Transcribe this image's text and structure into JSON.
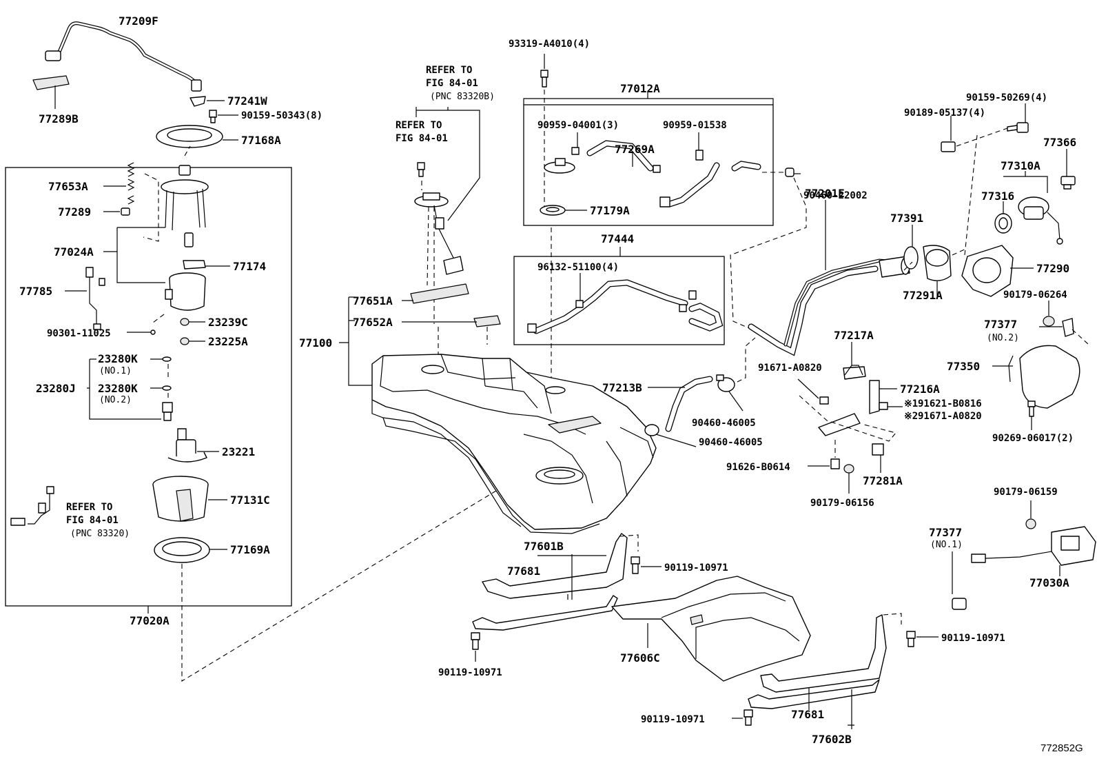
{
  "diagram_id": "772852G",
  "refer_notes": {
    "top": {
      "l1": "REFER TO",
      "l2": "FIG 84-01",
      "l3": "(PNC 83320B)"
    },
    "mid": {
      "l1": "REFER TO",
      "l2": "FIG 84-01"
    },
    "left": {
      "l1": "REFER TO",
      "l2": "FIG 84-01",
      "l3": "(PNC 83320)"
    }
  },
  "labels": {
    "p77209F": "77209F",
    "p77289B": "77289B",
    "p77241W": "77241W",
    "p90159_50343": "90159-50343(8)",
    "p77168A": "77168A",
    "p77653A": "77653A",
    "p77289": "77289",
    "p77024A": "77024A",
    "p77174": "77174",
    "p77785": "77785",
    "p90301_11025": "90301-11025",
    "p23239C": "23239C",
    "p23225A": "23225A",
    "p23280K_1": "23280K",
    "no1": "(NO.1)",
    "p23280J": "23280J",
    "p23280K_2": "23280K",
    "no2": "(NO.2)",
    "p23221": "23221",
    "p77131C": "77131C",
    "p77169A": "77169A",
    "p77020A": "77020A",
    "p93319": "93319-A4010(4)",
    "p77012A": "77012A",
    "p90959_04001": "90959-04001(3)",
    "p90959_01538": "90959-01538",
    "p77269A": "77269A",
    "p77179A": "77179A",
    "p90460_22002": "90460-22002",
    "p77444": "77444",
    "p96132": "96132-51100(4)",
    "p77651A": "77651A",
    "p77652A": "77652A",
    "p77100": "77100",
    "p77213B": "77213B",
    "p90460_46005a": "90460-46005",
    "p90460_46005b": "90460-46005",
    "p90159_50269": "90159-50269(4)",
    "p90189_05137": "90189-05137(4)",
    "p77366": "77366",
    "p77310A": "77310A",
    "p77316": "77316",
    "p77391": "77391",
    "p77201E": "77201E",
    "p77291A": "77291A",
    "p77290": "77290",
    "p90179_06264": "90179-06264",
    "p77377_2": "77377",
    "no2b": "(NO.2)",
    "p77350": "77350",
    "p90269_06017": "90269-06017(2)",
    "p77217A": "77217A",
    "p91671_a": "91671-A0820",
    "p77216A": "77216A",
    "m1": "※1",
    "p91621": "91621-B0816",
    "m2": "※2",
    "p91671_b": "91671-A0820",
    "p91626": "91626-B0614",
    "p77281A": "77281A",
    "p90179_06156": "90179-06156",
    "p90179_06159": "90179-06159",
    "p77377_1": "77377",
    "no1b": "(NO.1)",
    "p77030A": "77030A",
    "p77601B": "77601B",
    "p77681a": "77681",
    "p90119_a": "90119-10971",
    "p90119_b": "90119-10971",
    "p77606C": "77606C",
    "p90119_c": "90119-10971",
    "p90119_d": "90119-10971",
    "p77681b": "77681",
    "p77602B": "77602B"
  }
}
